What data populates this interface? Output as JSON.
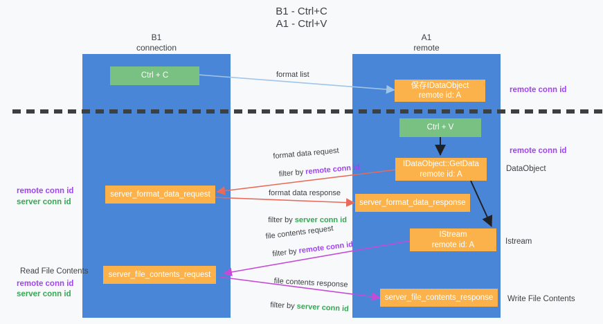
{
  "title": {
    "line1": "B1 - Ctrl+C",
    "line2": "A1 - Ctrl+V"
  },
  "columns": [
    {
      "name": "B1",
      "sub": "connection"
    },
    {
      "name": "A1",
      "sub": "remote"
    }
  ],
  "nodes": {
    "ctrl_c": {
      "label": "Ctrl + C"
    },
    "ctrl_v": {
      "label": "Ctrl + V"
    },
    "save_dataobject": {
      "line1": "保存IDataObject",
      "line2": "remote id: A"
    },
    "getdata": {
      "line1": "IDataObject::GetData",
      "line2": "remote id: A"
    },
    "istream": {
      "line1": "IStream",
      "line2": "remote id: A"
    },
    "server_format_data_request": {
      "label": "server_format_data_request"
    },
    "server_format_data_response": {
      "label": "server_format_data_response"
    },
    "server_file_contents_request": {
      "label": "server_file_contents_request"
    },
    "server_file_contents_response": {
      "label": "server_file_contents_response"
    }
  },
  "edge_labels": {
    "format_list": "format list",
    "format_data_request": "format data request",
    "format_data_request_filter_prefix": "filter by ",
    "format_data_request_filter_key": "remote conn id",
    "format_data_response": "format data response",
    "format_data_response_filter_prefix": "filter by ",
    "format_data_response_filter_key": "server conn id",
    "file_contents_request": "file contents request",
    "file_contents_request_filter_prefix": "filter by ",
    "file_contents_request_filter_key": "remote conn id",
    "file_contents_response": "file contents response",
    "file_contents_response_filter_prefix": "filter by ",
    "file_contents_response_filter_key": "server conn id"
  },
  "side_labels": {
    "right_remote_conn_id_top": "remote conn id",
    "right_remote_conn_id_mid": "remote conn id",
    "right_dataobject": "DataObject",
    "right_istream": "Istream",
    "right_write_file_contents": "Write File Contents",
    "left_remote_conn_id_mid": "remote conn id",
    "left_server_conn_id_mid": "server conn id",
    "left_read_file_contents": "Read File Contents",
    "left_remote_conn_id_bottom": "remote conn id",
    "left_server_conn_id_bottom": "server conn id"
  },
  "colors": {
    "column_blue": "#4a86d8",
    "node_green": "#78c182",
    "node_orange": "#fbb24a",
    "edge_lightblue": "#9fc5e8",
    "edge_black": "#202124",
    "edge_red": "#ea6a5a",
    "edge_magenta": "#c54bd6",
    "key_purple": "#a142f4",
    "key_green": "#34a853",
    "background": "#f8f9fa"
  }
}
